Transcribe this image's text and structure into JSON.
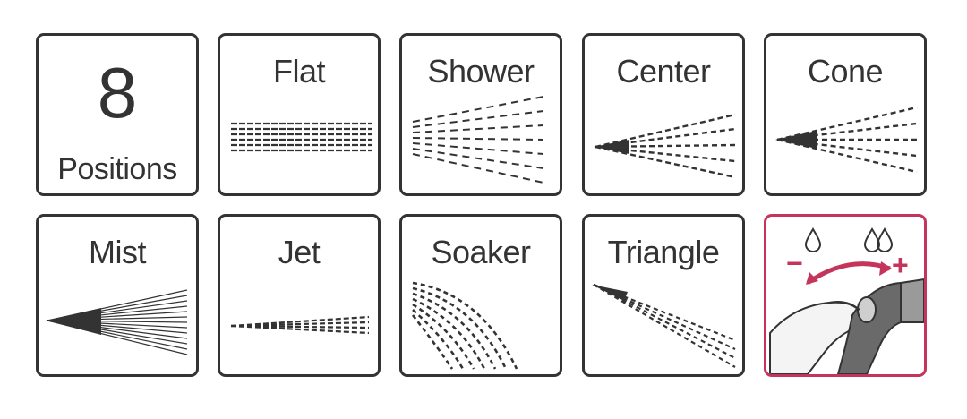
{
  "tiles": {
    "positions": {
      "number": "8",
      "label": "Positions"
    },
    "flat": {
      "label": "Flat"
    },
    "shower": {
      "label": "Shower"
    },
    "center": {
      "label": "Center"
    },
    "cone": {
      "label": "Cone"
    },
    "mist": {
      "label": "Mist"
    },
    "jet": {
      "label": "Jet"
    },
    "soaker": {
      "label": "Soaker"
    },
    "triangle": {
      "label": "Triangle"
    },
    "flow": {
      "minus": "−",
      "plus": "+",
      "icon": "flow-control-dial-icon"
    }
  },
  "colors": {
    "stroke": "#333333",
    "accent": "#c4345b"
  }
}
